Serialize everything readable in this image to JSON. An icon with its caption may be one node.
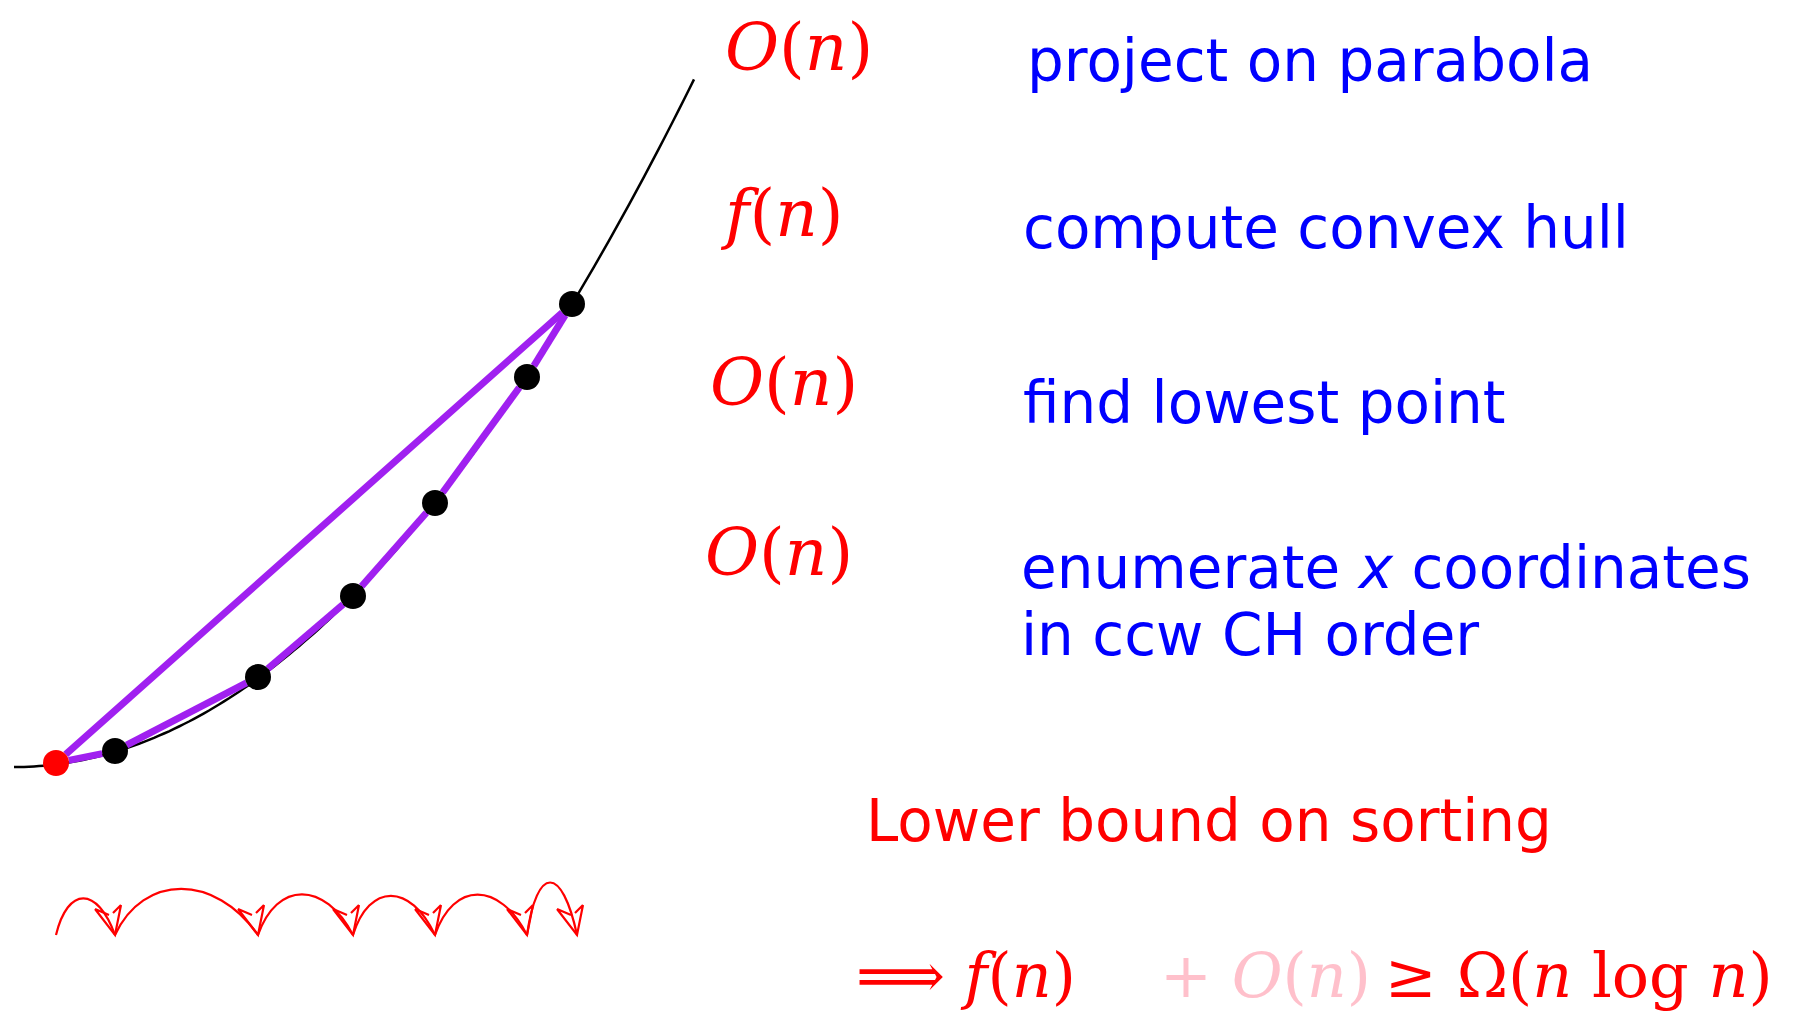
{
  "diagram": {
    "nodes": [
      {
        "text": [],
        "shape": "circle"
      },
      {
        "text": [],
        "shape": "circle"
      },
      {
        "text": [],
        "shape": "circle"
      },
      {
        "text": [],
        "shape": "circle"
      },
      {
        "text": [],
        "shape": "circle"
      },
      {
        "text": [],
        "shape": "circle"
      },
      {
        "text": [],
        "shape": "circle"
      }
    ],
    "edges": [
      {
        "from": 0,
        "to": 1,
        "arrow": "none"
      },
      {
        "from": 1,
        "to": 2,
        "arrow": "none"
      },
      {
        "from": 2,
        "to": 3,
        "arrow": "none"
      },
      {
        "from": 3,
        "to": 4,
        "arrow": "none"
      },
      {
        "from": 4,
        "to": 5,
        "arrow": "none"
      },
      {
        "from": 5,
        "to": 6,
        "arrow": "none"
      },
      {
        "from": 6,
        "to": 0,
        "arrow": "none"
      }
    ],
    "labels": [
      "*O*(*n*)",
      "project on parabola",
      "*f*(*n*)",
      "compute convex hull",
      "*O*(*n*)",
      "find lowest point",
      "*O*(*n*)",
      "enumerate *x* coordinates in ccw CH order",
      "Lower bound on sorting",
      "⟹ *f*(*n*)",
      "+ *O*(*n*)",
      "≥ Ω(*n* log *n*)"
    ]
  }
}
